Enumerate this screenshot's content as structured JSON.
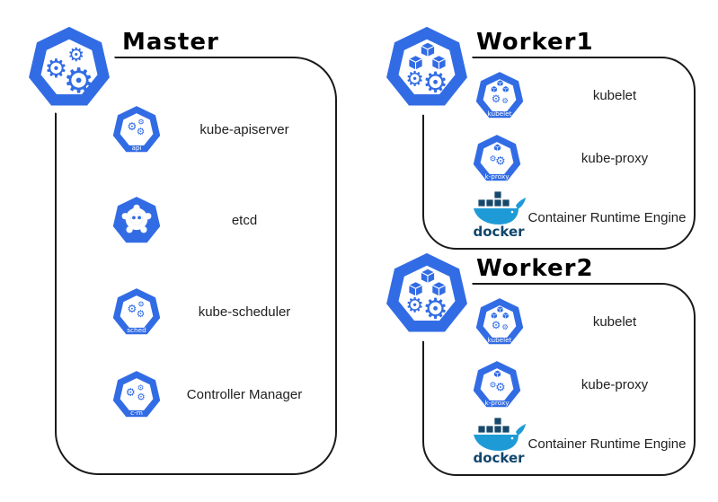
{
  "colors": {
    "kubernetes_blue": "#326CE5",
    "docker_whale_blue": "#1E9BD7",
    "docker_container_navy": "#17486B",
    "docker_text_navy": "#10456B",
    "box_border": "#1a1a1a",
    "label_text": "#212121"
  },
  "master": {
    "title": "Master",
    "components": [
      {
        "label": "kube-apiserver",
        "badge": "api"
      },
      {
        "label": "etcd",
        "badge": ""
      },
      {
        "label": "kube-scheduler",
        "badge": "sched"
      },
      {
        "label": "Controller Manager",
        "badge": "c-m"
      }
    ]
  },
  "workers": [
    {
      "title": "Worker1",
      "components": [
        {
          "label": "kubelet",
          "badge": "kubelet"
        },
        {
          "label": "kube-proxy",
          "badge": "k-proxy"
        },
        {
          "label": "Container Runtime Engine",
          "badge": "docker"
        }
      ]
    },
    {
      "title": "Worker2",
      "components": [
        {
          "label": "kubelet",
          "badge": "kubelet"
        },
        {
          "label": "kube-proxy",
          "badge": "k-proxy"
        },
        {
          "label": "Container Runtime Engine",
          "badge": "docker"
        }
      ]
    }
  ]
}
